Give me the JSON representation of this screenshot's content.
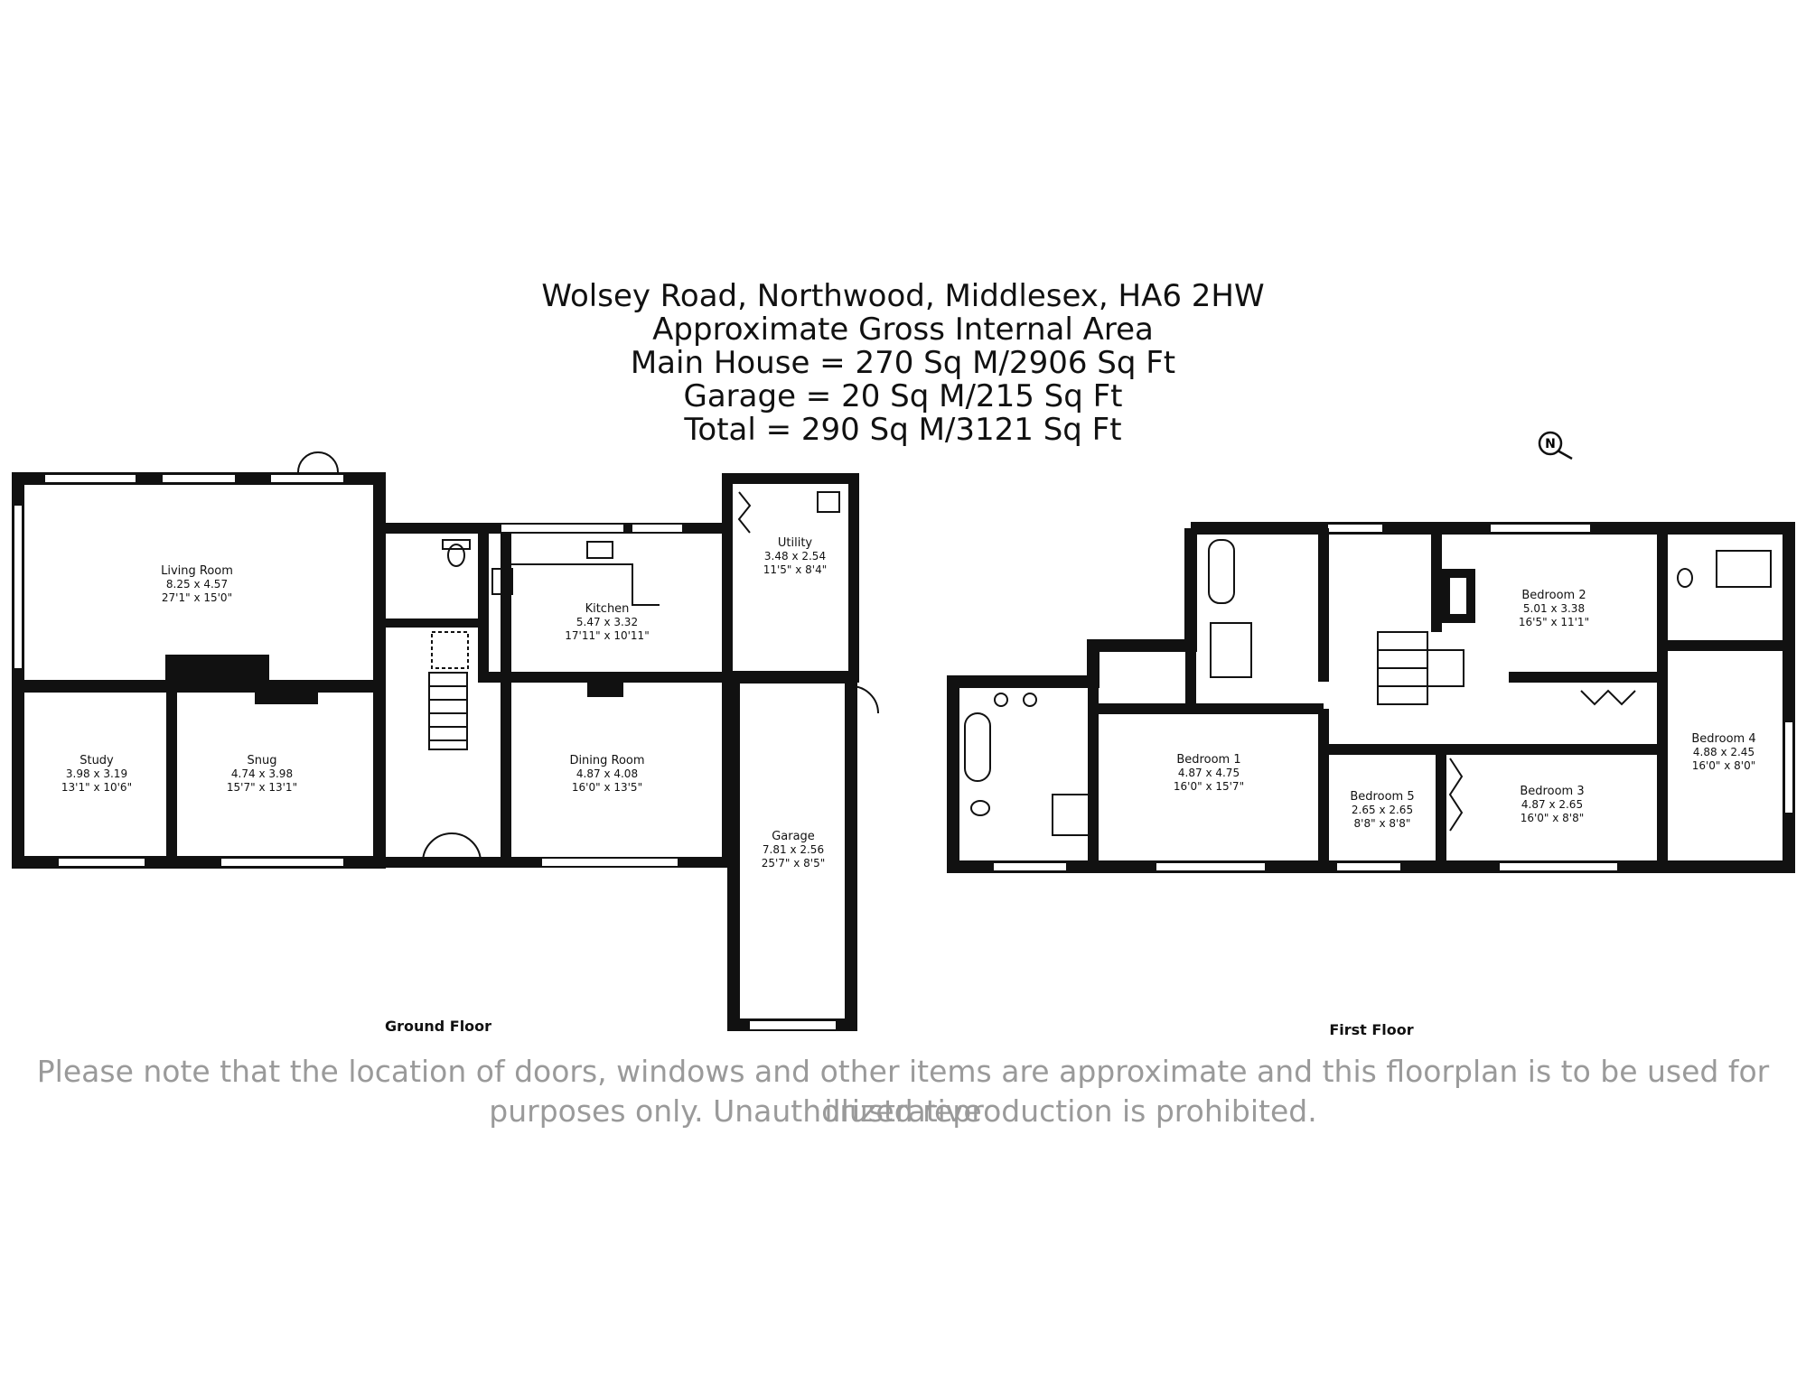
{
  "header": {
    "address": "Wolsey Road, Northwood, Middlesex, HA6 2HW",
    "area_title": "Approximate Gross Internal Area",
    "main_house": "Main House = 270 Sq M/2906 Sq Ft",
    "garage": "Garage = 20 Sq M/215 Sq Ft",
    "total": "Total = 290 Sq M/3121 Sq Ft"
  },
  "ground_floor": {
    "label": "Ground Floor",
    "rooms": {
      "living_room": {
        "name": "Living Room",
        "metric": "8.25 x 4.57",
        "imperial": "27'1\" x 15'0\""
      },
      "kitchen": {
        "name": "Kitchen",
        "metric": "5.47 x 3.32",
        "imperial": "17'11\" x 10'11\""
      },
      "utility": {
        "name": "Utility",
        "metric": "3.48 x 2.54",
        "imperial": "11'5\" x 8'4\""
      },
      "study": {
        "name": "Study",
        "metric": "3.98 x 3.19",
        "imperial": "13'1\" x 10'6\""
      },
      "snug": {
        "name": "Snug",
        "metric": "4.74 x 3.98",
        "imperial": "15'7\" x 13'1\""
      },
      "dining_room": {
        "name": "Dining Room",
        "metric": "4.87 x 4.08",
        "imperial": "16'0\" x 13'5\""
      },
      "garage": {
        "name": "Garage",
        "metric": "7.81 x 2.56",
        "imperial": "25'7\" x 8'5\""
      }
    }
  },
  "first_floor": {
    "label": "First Floor",
    "rooms": {
      "bedroom_1": {
        "name": "Bedroom 1",
        "metric": "4.87 x 4.75",
        "imperial": "16'0\" x 15'7\""
      },
      "bedroom_2": {
        "name": "Bedroom 2",
        "metric": "5.01 x 3.38",
        "imperial": "16'5\" x 11'1\""
      },
      "bedroom_3": {
        "name": "Bedroom 3",
        "metric": "4.87 x 2.65",
        "imperial": "16'0\" x 8'8\""
      },
      "bedroom_4": {
        "name": "Bedroom 4",
        "metric": "4.88 x 2.45",
        "imperial": "16'0\" x 8'0\""
      },
      "bedroom_5": {
        "name": "Bedroom 5",
        "metric": "2.65 x 2.65",
        "imperial": "8'8\" x 8'8\""
      }
    }
  },
  "compass": {
    "icon": "compass-north-icon",
    "letter": "N"
  },
  "disclaimer": {
    "line1": "Please note that the location of doors, windows and other items are approximate and this floorplan is to be used for illustrative",
    "line2": "purposes only. Unauthorized reproduction is prohibited."
  }
}
